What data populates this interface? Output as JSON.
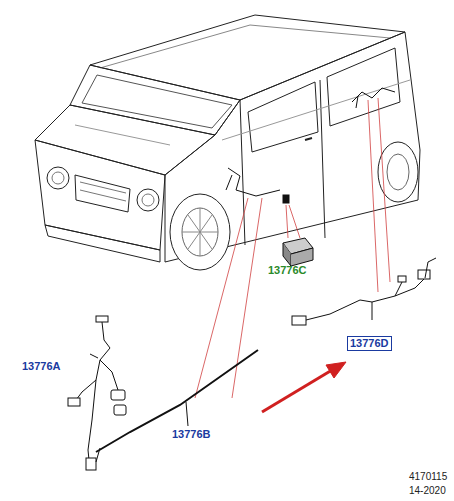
{
  "diagram": {
    "nodes": [
      {
        "text": [
          "13776D"
        ]
      }
    ],
    "labels": [
      "13776C",
      "13776A",
      "13776B",
      "4170115",
      "14-2020"
    ]
  }
}
